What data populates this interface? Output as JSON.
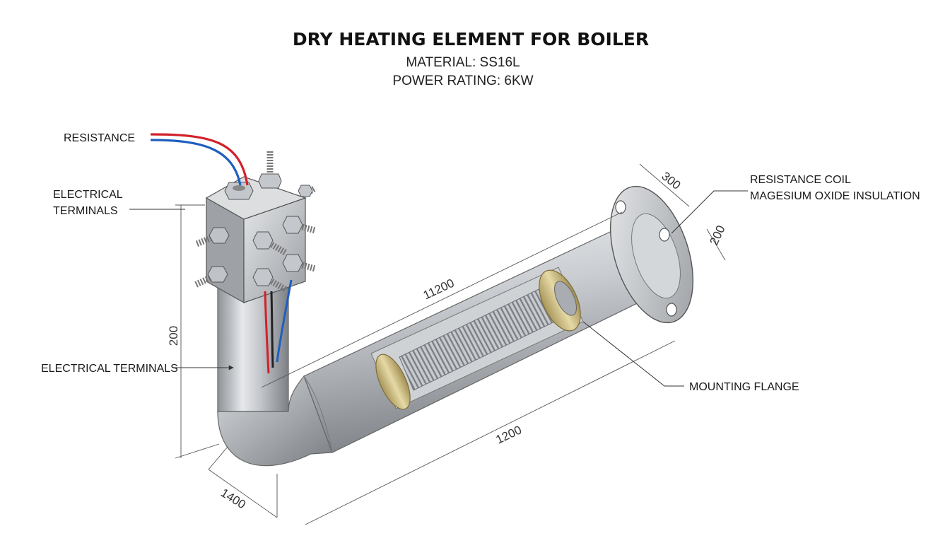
{
  "title": "DRY HEATING ELEMENT FOR BOILER",
  "subtitle_material": "MATERIAL: SS16L",
  "subtitle_power": "POWER RATING: 6KW",
  "labels": {
    "resistance": "RESISTANCE",
    "electrical_terminals_top_1": "ELECTRICAL",
    "electrical_terminals_top_2": "TERMINALS",
    "electrical_terminals_mid": "ELECTRICAL TERMINALS",
    "resistance_coil": "RESISTANCE COIL",
    "insulation": "MAGESIUM OXIDE INSULATION",
    "mounting_flange": "MOUNTING FLANGE"
  },
  "dimensions": {
    "vertical_height": "200",
    "tube_upper": "11200",
    "tube_lower": "1200",
    "bend_width": "1400",
    "flange_width": "300",
    "flange_height": "200"
  },
  "colors": {
    "wire_red": "#d3202a",
    "wire_blue": "#1f5fbf",
    "insulation_brass": "#c9b77a",
    "steel": "#b9bcc0"
  }
}
